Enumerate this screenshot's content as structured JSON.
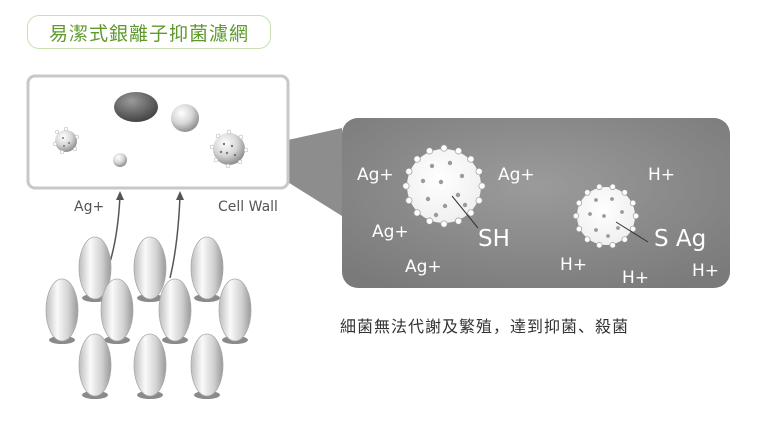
{
  "title": "易潔式銀離子抑菌濾網",
  "caption": "細菌無法代謝及繁殖，達到抑菌、殺菌",
  "left_panel": {
    "ion_label": "Ag+",
    "cell_wall_label": "Cell Wall"
  },
  "zoom_panel": {
    "ag_ions": [
      "Ag+",
      "Ag+",
      "Ag+",
      "Ag+"
    ],
    "sh_label": "SH",
    "sag_label": "S Ag",
    "h_ions": [
      "H+",
      "H+",
      "H+",
      "H+"
    ]
  },
  "colors": {
    "title_text": "#5f9a2e",
    "title_border": "#c7e2b0",
    "zoom_panel_fill": "#8a8a8a",
    "panel_border": "#c8c8c8"
  }
}
